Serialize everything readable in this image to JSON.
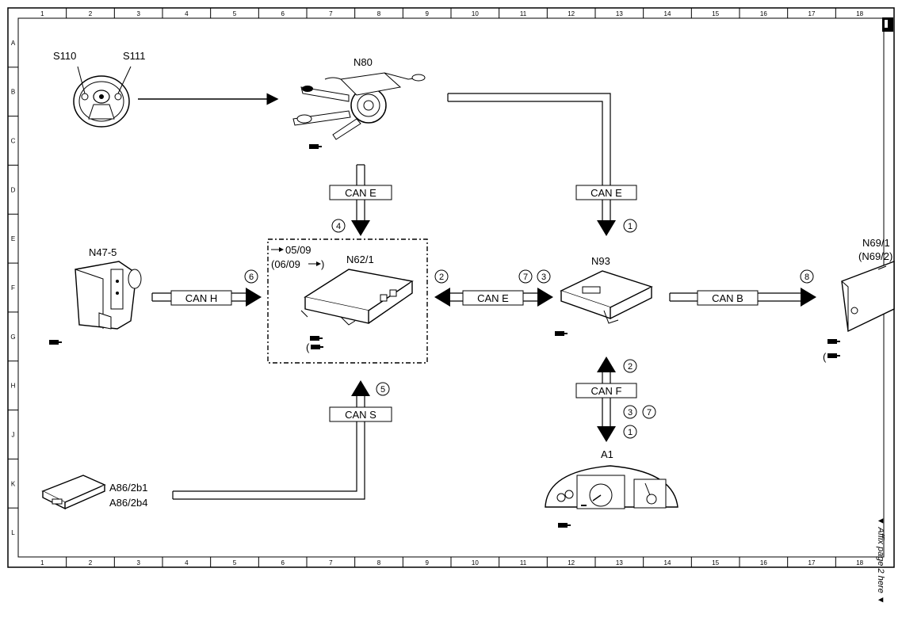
{
  "grid": {
    "columns": [
      "1",
      "2",
      "3",
      "4",
      "5",
      "6",
      "7",
      "8",
      "9",
      "10",
      "11",
      "12",
      "13",
      "14",
      "15",
      "16",
      "17",
      "18"
    ],
    "rows": [
      "A",
      "B",
      "C",
      "D",
      "E",
      "F",
      "G",
      "H",
      "J",
      "K",
      "L"
    ]
  },
  "components": {
    "s110": "S110",
    "s111": "S111",
    "n80": "N80",
    "n47": "N47-5",
    "n62": "N62/1",
    "n62_date1": "05/09",
    "n62_date2": "(06/09",
    "n93": "N93",
    "n69a": "N69/1",
    "n69b": "(N69/2)",
    "a86a": "A86/2b1",
    "a86b": "A86/2b4",
    "a1": "A1"
  },
  "buses": {
    "can_e_top_left": "CAN E",
    "can_e_top_right": "CAN E",
    "can_e_mid": "CAN E",
    "can_h": "CAN H",
    "can_b": "CAN B",
    "can_f": "CAN F",
    "can_s": "CAN S"
  },
  "markers": {
    "m4": "4",
    "m1a": "1",
    "m6": "6",
    "m2a": "2",
    "m7a": "7",
    "m3a": "3",
    "m8": "8",
    "m2b": "2",
    "m5": "5",
    "m3b": "3",
    "m7b": "7",
    "m1b": "1"
  },
  "side_note": "▼ Affix page 2 here ▼"
}
